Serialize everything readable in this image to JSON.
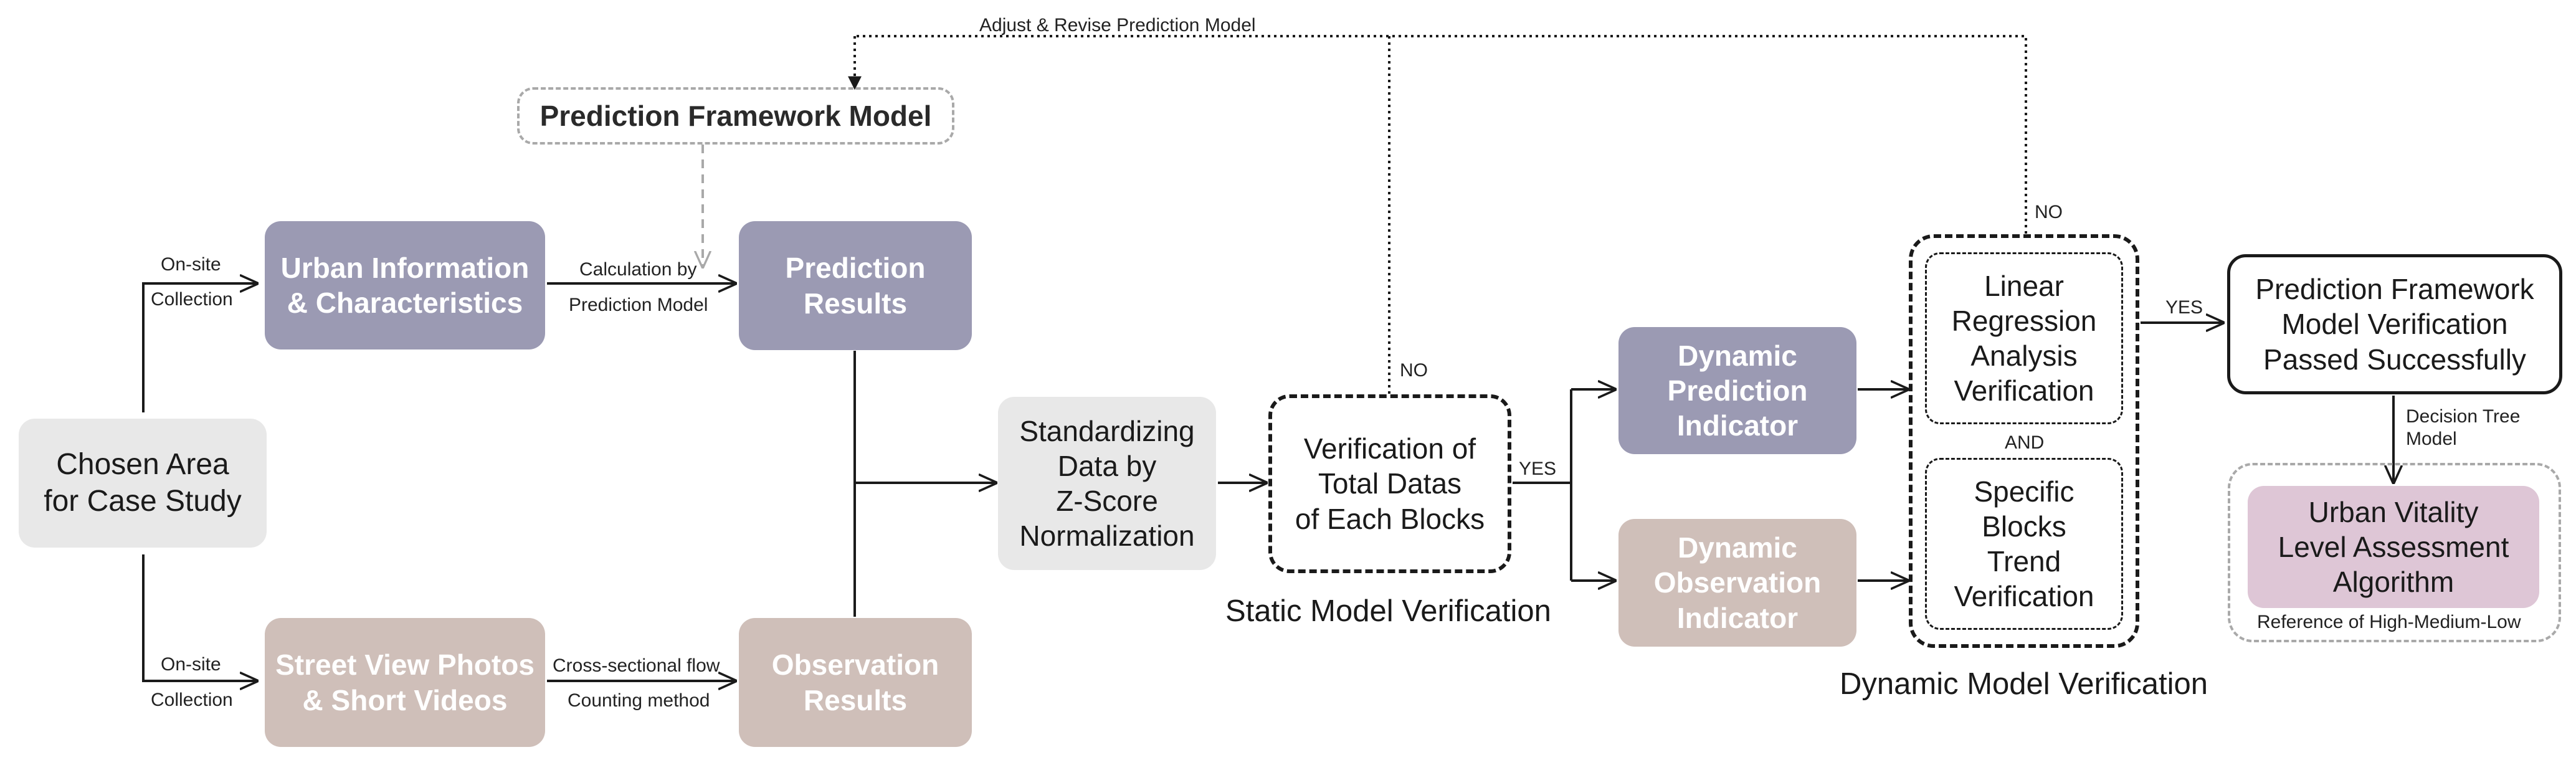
{
  "colors": {
    "purple_gray": "#9b9ab3",
    "taupe": "#cfbfb9",
    "light_gray": "#e8e8e8",
    "pink": "#dec6d6",
    "dashed_border": "#a9a9a9",
    "line": "#1a1a1a"
  },
  "nodes": {
    "chosen_area": "Chosen Area\nfor Case Study",
    "urban_info": "Urban Information\n& Characteristics",
    "street_view": "Street View Photos\n& Short Videos",
    "prediction_framework": "Prediction Framework Model",
    "prediction_results": "Prediction\nResults",
    "observation_results": "Observation\nResults",
    "standardizing": "Standardizing\nData by\nZ-Score\nNormalization",
    "verification_total": "Verification of\nTotal Datas\nof Each Blocks",
    "dynamic_prediction": "Dynamic\nPrediction\nIndicator",
    "dynamic_observation": "Dynamic\nObservation\nIndicator",
    "linear_regression": "Linear\nRegression\nAnalysis\nVerification",
    "specific_blocks": "Specific\nBlocks\nTrend\nVerification",
    "passed": "Prediction Framework\nModel Verification\nPassed Successfully",
    "urban_vitality": "Urban Vitality\nLevel Assessment\nAlgorithm"
  },
  "labels": {
    "onsite_top_1": "On-site",
    "onsite_top_2": "Collection",
    "onsite_bottom_1": "On-site",
    "onsite_bottom_2": "Collection",
    "calculation_1": "Calculation by",
    "calculation_2": "Prediction Model",
    "cross_1": "Cross-sectional flow",
    "cross_2": "Counting method",
    "adjust": "Adjust & Revise Prediction Model",
    "no_static": "NO",
    "yes_static": "YES",
    "no_dynamic": "NO",
    "yes_dynamic": "YES",
    "and": "AND",
    "decision_1": "Decision Tree",
    "decision_2": "Model",
    "reference": "Reference of High-Medium-Low"
  },
  "captions": {
    "static": "Static Model Verification",
    "dynamic": "Dynamic Model Verification"
  }
}
